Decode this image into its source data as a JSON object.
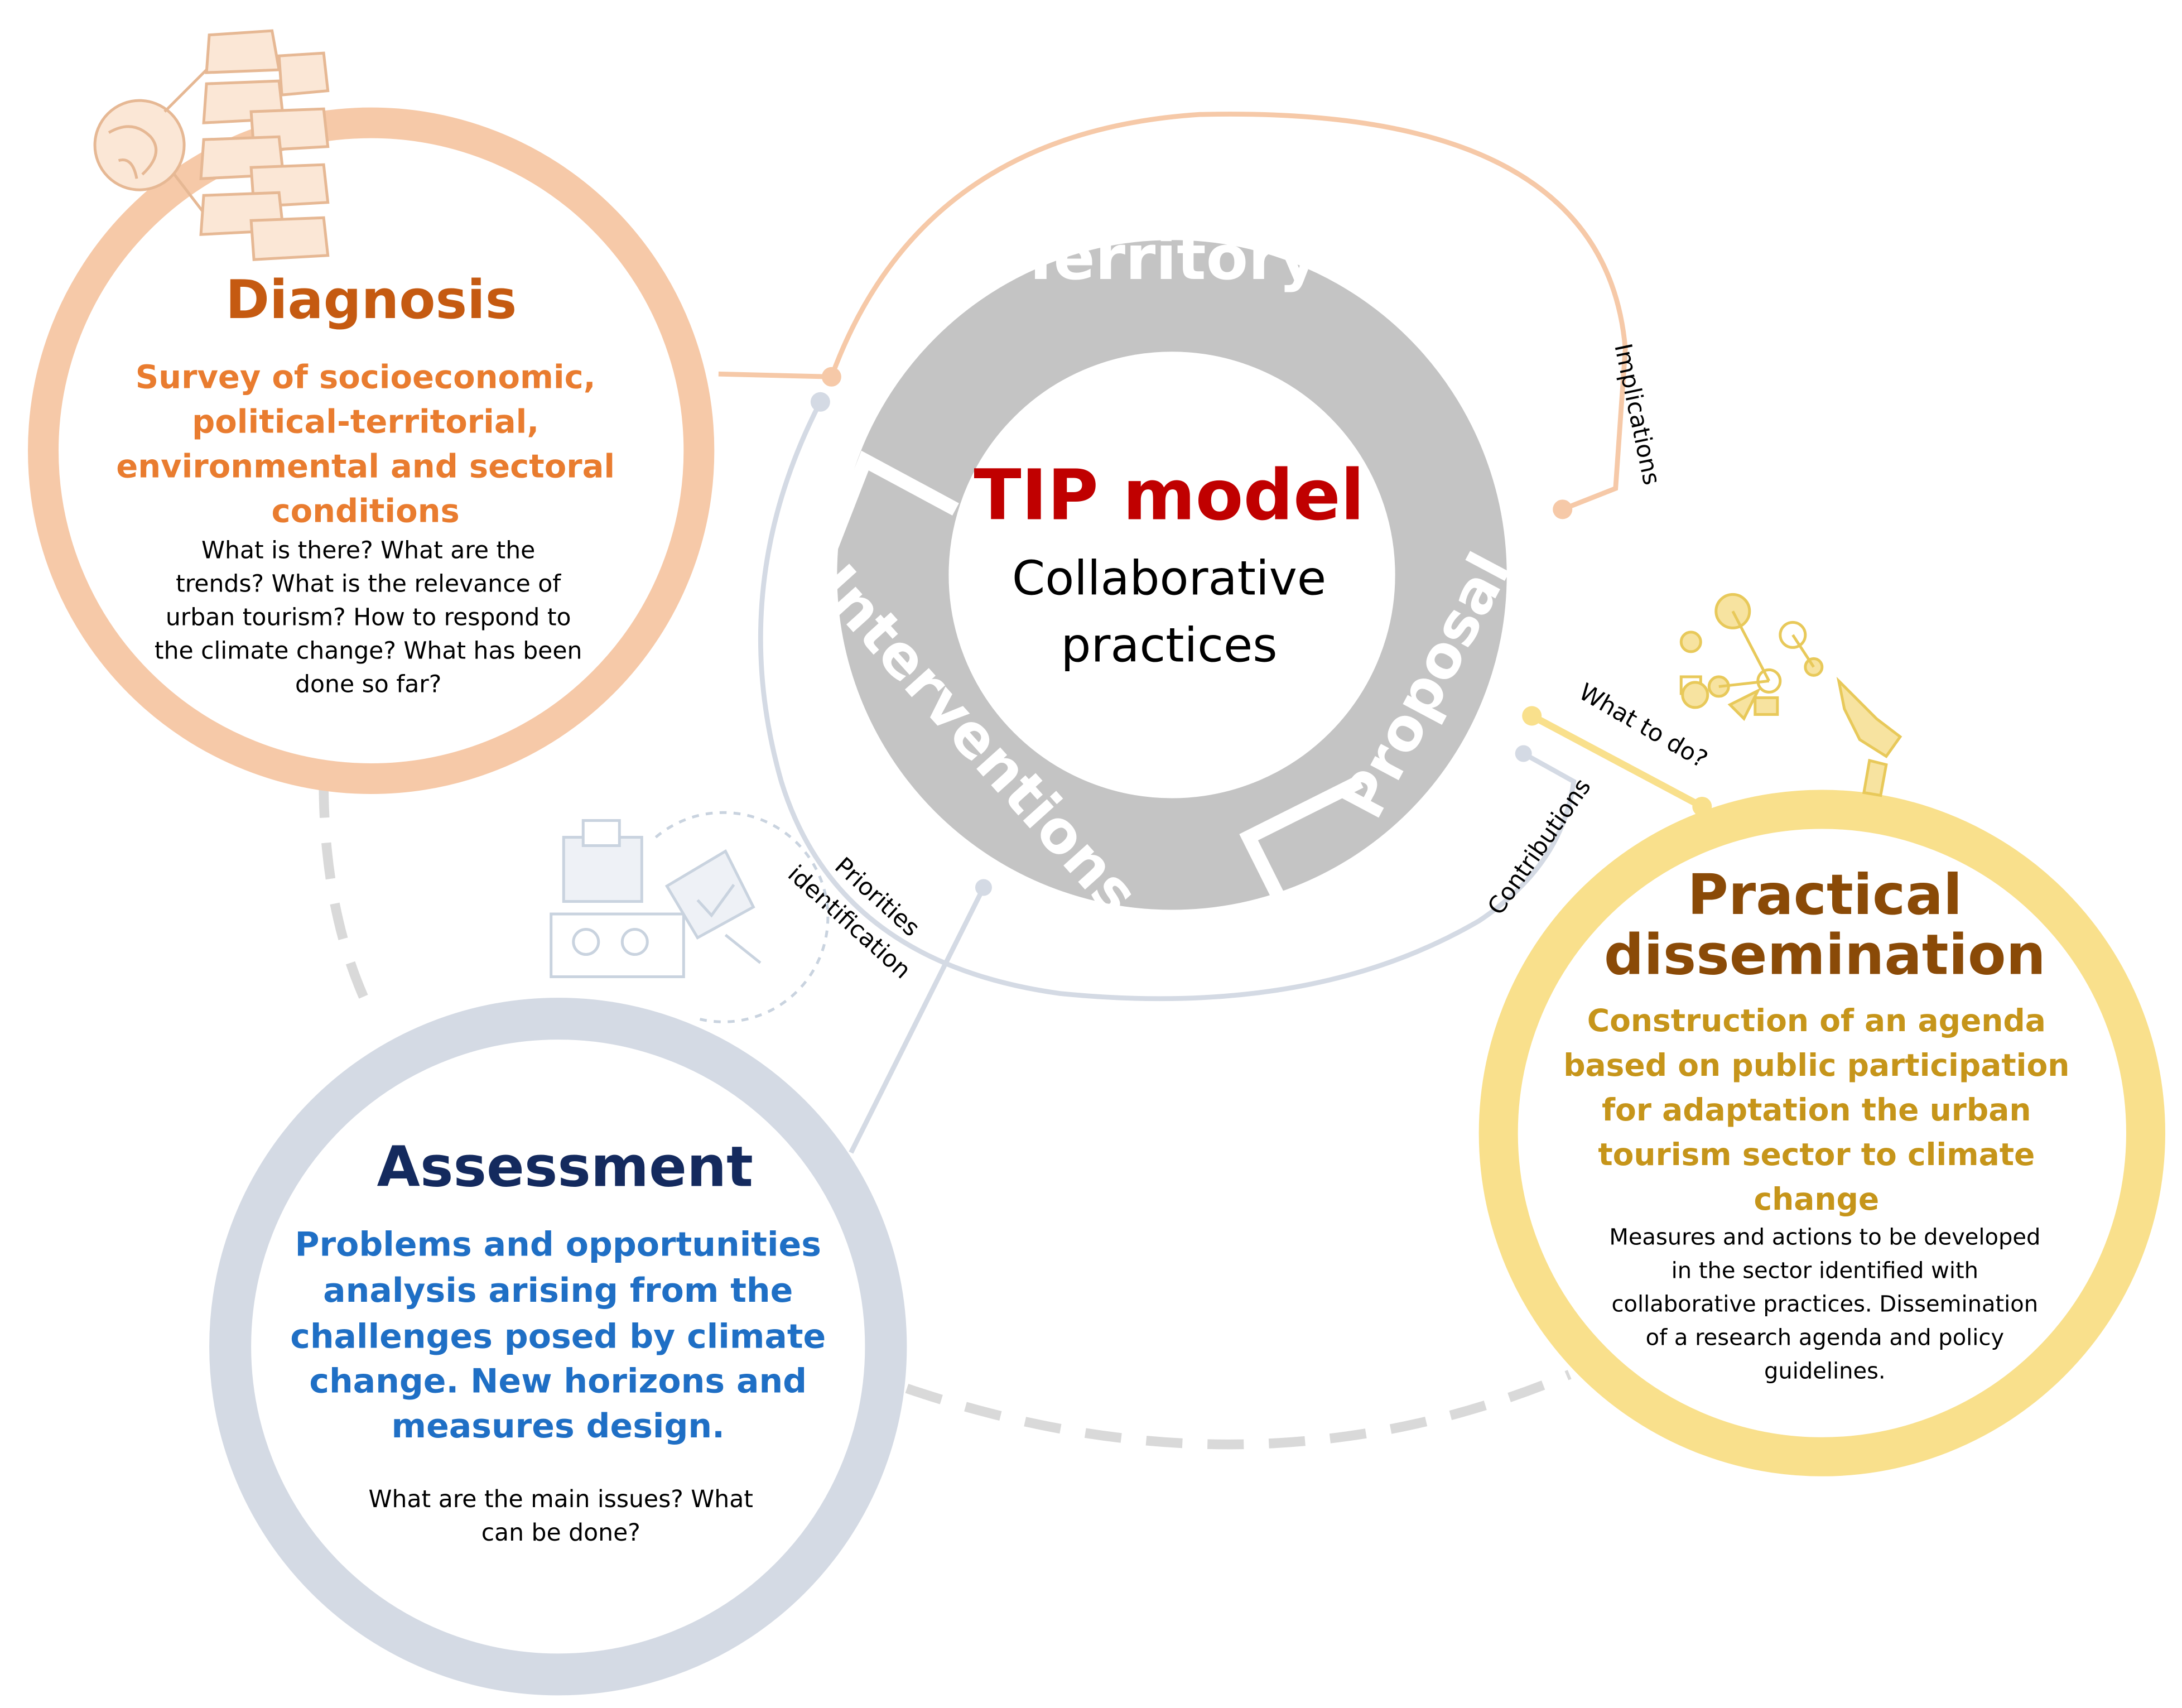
{
  "colors": {
    "diagnosis_ring": "#f6c9a8",
    "diagnosis_title": "#c55a11",
    "diagnosis_subtitle": "#e97c2f",
    "assessment_ring": "#d4dae4",
    "assessment_title": "#142a5e",
    "assessment_subtitle": "#1f6fc5",
    "dissemination_ring": "#f9e08c",
    "dissemination_title": "#8a4a07",
    "dissemination_subtitle": "#c6951a",
    "cycle_gray": "#c4c4c4",
    "tip_red": "#c00000",
    "connector_dash": "#d9d9d9"
  },
  "center": {
    "title": "TIP model",
    "subtitle_lines": [
      "Collaborative",
      "practices"
    ]
  },
  "cycle": {
    "territory": "Territory",
    "proposal": "Proposal",
    "interventions": "Interventions"
  },
  "diagnosis": {
    "title": "Diagnosis",
    "subtitle_lines": [
      "Survey of socioeconomic,",
      "political-territorial,",
      "environmental and sectoral",
      "conditions"
    ],
    "question_lines": [
      "What is there? What are the",
      "trends? What is the relevance of",
      "urban tourism? How to respond to",
      "the climate change? What has been",
      "done so far?"
    ],
    "icon": "map-layers-icon"
  },
  "assessment": {
    "title": "Assessment",
    "subtitle_lines": [
      "Problems and opportunities",
      "analysis arising from the",
      "challenges posed by climate",
      "change. New horizons and",
      "measures design."
    ],
    "question_lines": [
      "What are the main issues? What",
      "can be done?"
    ],
    "icon": "public-participation-icon"
  },
  "dissemination": {
    "title_lines": [
      "Practical",
      "dissemination"
    ],
    "subtitle_lines": [
      "Construction of an agenda",
      "based on public participation",
      "for adaptation the urban",
      "tourism sector to climate",
      "change"
    ],
    "question_lines": [
      "Measures and actions to be developed",
      "in the sector identified with",
      "collaborative practices. Dissemination",
      "of a research agenda and policy",
      "guidelines."
    ],
    "icon": "network-hand-icon"
  },
  "connectors": {
    "implications": "Implications",
    "what_to_do": "What to do?",
    "contributions": "Contributions",
    "priorities_lines": [
      "Priorities",
      "identification"
    ]
  }
}
